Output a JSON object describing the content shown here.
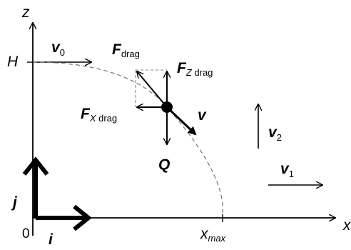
{
  "labels": {
    "z_axis": "z",
    "x_axis": "x",
    "origin": "0",
    "height": "H",
    "v0_main": "v",
    "v0_sub": "0",
    "f_drag_main": "F",
    "f_drag_sub": "drag",
    "fz_drag_main": "F",
    "fz_drag_sub_axis": "Z",
    "fz_drag_sub": " drag",
    "fx_drag_main": "F",
    "fx_drag_sub_axis": "X",
    "fx_drag_sub": " drag",
    "velocity": "v",
    "gravity": "Q",
    "v2_main": "v",
    "v2_sub": "2",
    "v1_main": "v",
    "v1_sub": "1",
    "unit_j": "j",
    "unit_i": "i",
    "xmax_main": "x",
    "xmax_sub": "max"
  }
}
